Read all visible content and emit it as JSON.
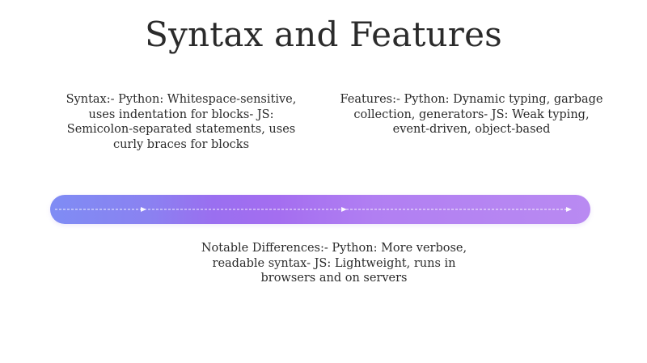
{
  "slide": {
    "title": "Syntax and Features",
    "blocks": {
      "syntax": "Syntax:- Python: Whitespace-sensitive, uses indentation for blocks- JS: Semicolon-separated statements, uses curly braces for blocks",
      "features": "Features:- Python: Dynamic typing, garbage collection, generators- JS: Weak typing, event-driven, object-based",
      "differences": "Notable Differences:- Python: More verbose, readable syntax- JS: Lightweight, runs in browsers and on servers"
    },
    "timeline": {
      "colors": {
        "start": "#7f8cf4",
        "mid": "#9a6ff0",
        "end": "#b98af2",
        "line": "#ffffff"
      }
    }
  }
}
